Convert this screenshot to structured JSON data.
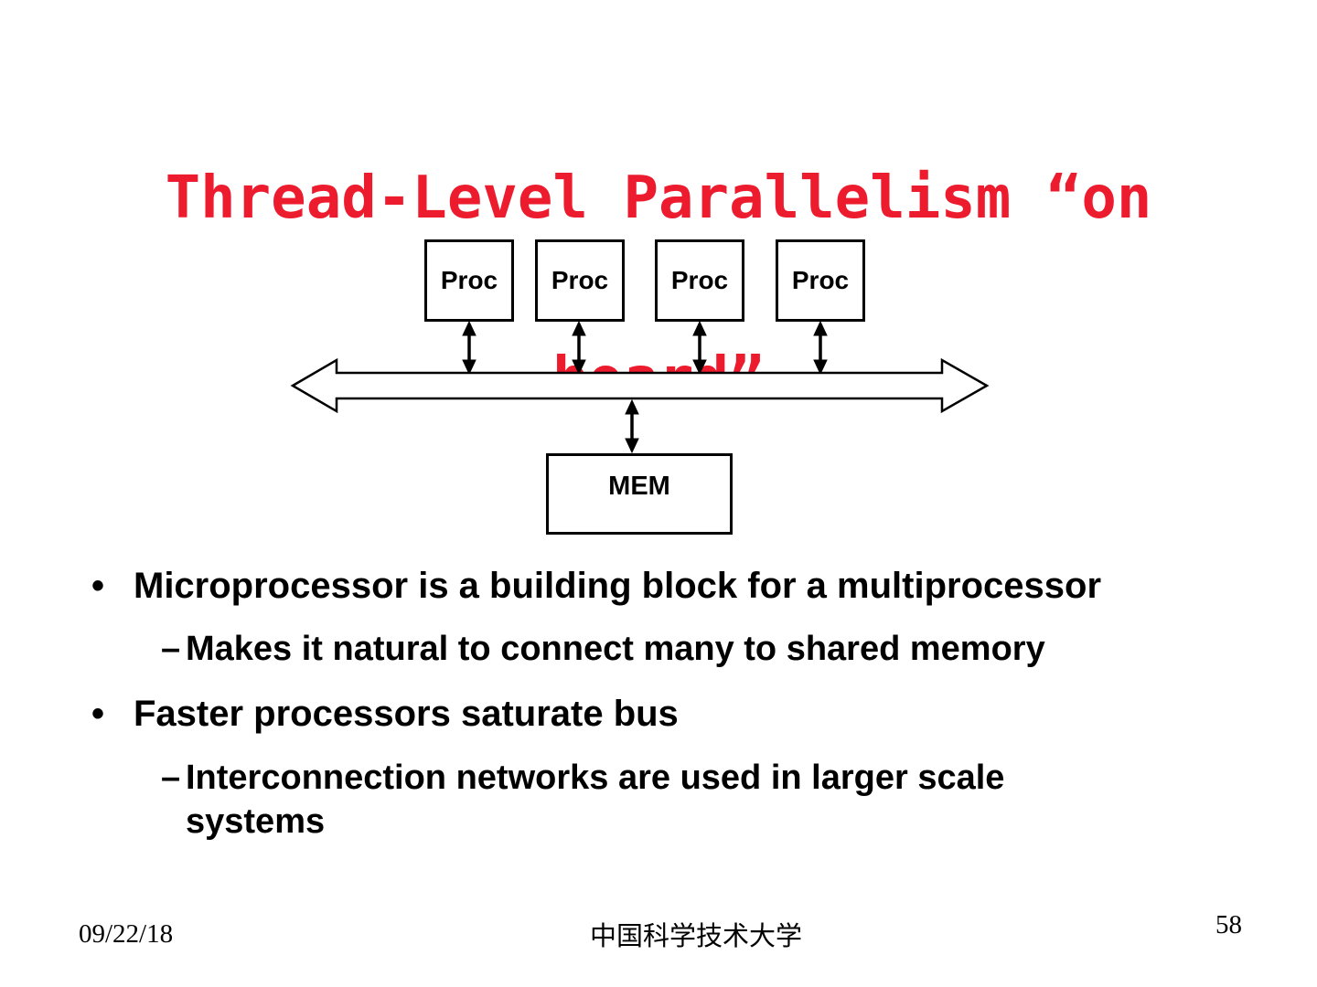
{
  "title": {
    "lines": [
      "Thread-Level Parallelism “on",
      "board”"
    ],
    "color": "#ED1B2E"
  },
  "diagram": {
    "proc_boxes": [
      {
        "label": "Proc"
      },
      {
        "label": "Proc"
      },
      {
        "label": "Proc"
      },
      {
        "label": "Proc"
      }
    ],
    "mem_box": {
      "label": "MEM"
    },
    "bus_icon": "double-headed-horizontal-arrow"
  },
  "bullets": [
    {
      "level": 1,
      "marker": "•",
      "lines": [
        "Microprocessor is a building block for a multiprocessor"
      ]
    },
    {
      "level": 2,
      "marker": "–",
      "lines": [
        "Makes it natural to connect many to shared memory"
      ]
    },
    {
      "level": 1,
      "marker": "•",
      "lines": [
        "Faster processors saturate bus"
      ]
    },
    {
      "level": 2,
      "marker": "–",
      "lines": [
        "Interconnection networks are used in larger scale",
        "systems"
      ]
    }
  ],
  "footer": {
    "date": "09/22/18",
    "organization": "中国科学技术大学",
    "page_number": "58"
  }
}
